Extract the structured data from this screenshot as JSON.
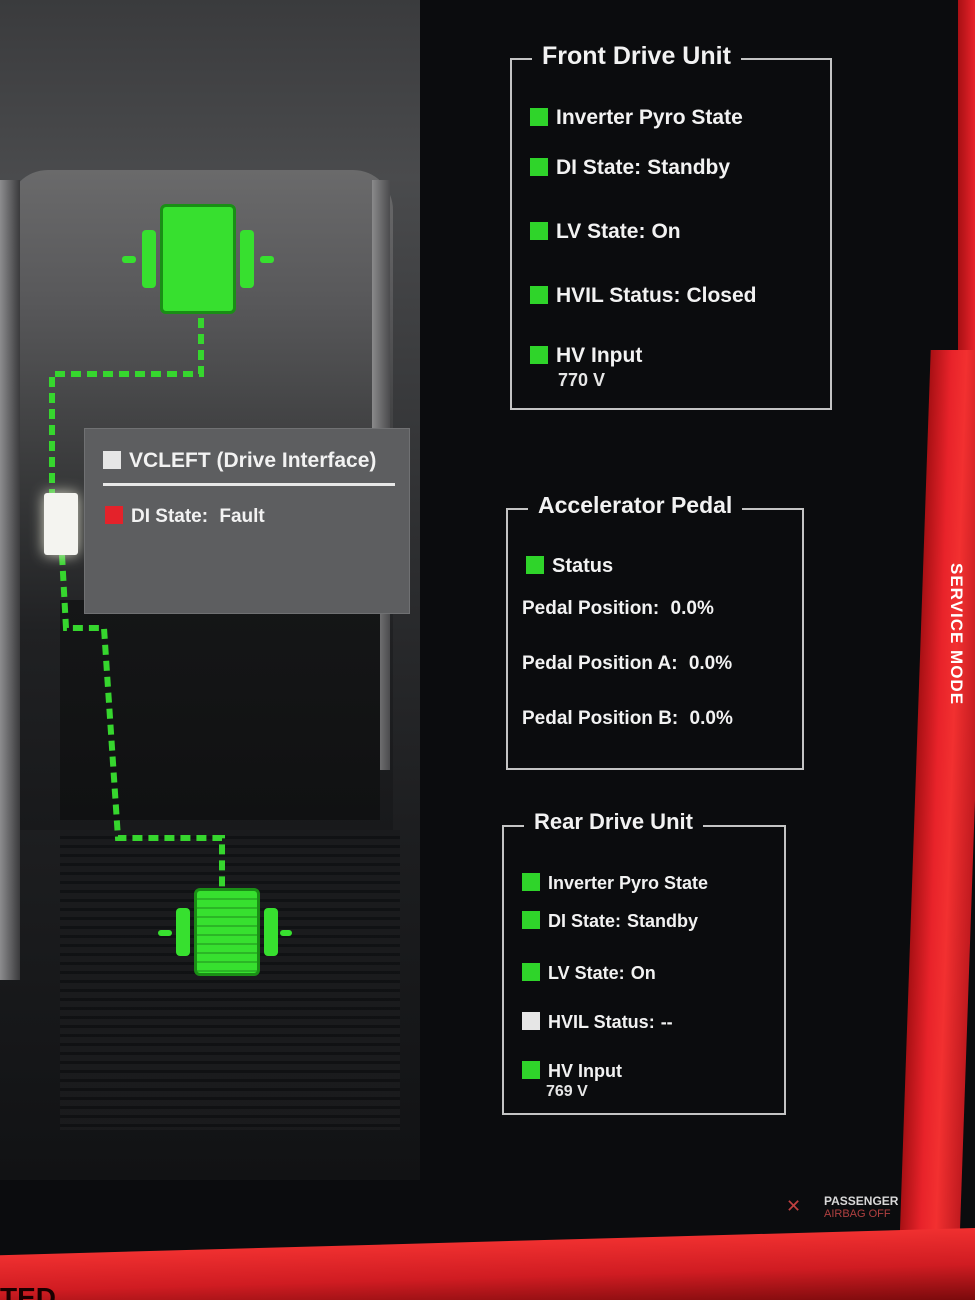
{
  "vc_left": {
    "title": "VCLEFT (Drive Interface)",
    "di_state_label": "DI State:",
    "di_state_value": "Fault"
  },
  "front_drive_unit": {
    "title": "Front Drive Unit",
    "inverter_pyro_label": "Inverter Pyro State",
    "di_state_label": "DI State:",
    "di_state_value": "Standby",
    "lv_state_label": "LV State:",
    "lv_state_value": "On",
    "hvil_label": "HVIL Status:",
    "hvil_value": "Closed",
    "hv_input_label": "HV Input",
    "hv_input_value": "770 V"
  },
  "accelerator_pedal": {
    "title": "Accelerator Pedal",
    "status_label": "Status",
    "pedal_position_label": "Pedal Position:",
    "pedal_position_value": "0.0%",
    "pedal_position_a_label": "Pedal Position A:",
    "pedal_position_a_value": "0.0%",
    "pedal_position_b_label": "Pedal Position B:",
    "pedal_position_b_value": "0.0%"
  },
  "rear_drive_unit": {
    "title": "Rear Drive Unit",
    "inverter_pyro_label": "Inverter Pyro State",
    "di_state_label": "DI State:",
    "di_state_value": "Standby",
    "lv_state_label": "LV State:",
    "lv_state_value": "On",
    "hvil_label": "HVIL Status:",
    "hvil_value": "--",
    "hv_input_label": "HV Input",
    "hv_input_value": "769 V"
  },
  "frame": {
    "service_mode": "SERVICE MODE",
    "airbag_line1": "PASSENGER",
    "airbag_line2": "AIRBAG OFF",
    "bottom_partial": "TED"
  },
  "colors": {
    "ok": "#2fd42a",
    "fault": "#e4222a",
    "unknown": "#e6e6e6",
    "service_frame": "#e8232a"
  }
}
